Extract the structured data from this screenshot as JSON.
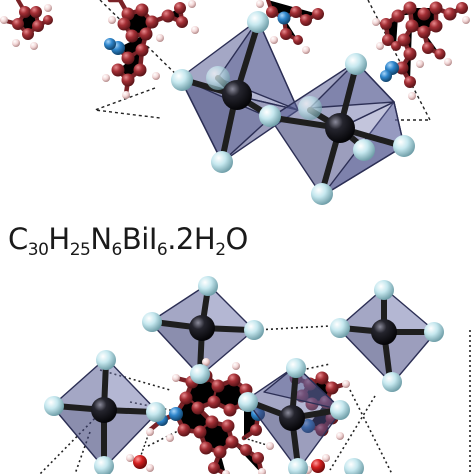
{
  "formula": {
    "parts": [
      {
        "t": "C"
      },
      {
        "s": "30"
      },
      {
        "t": "H"
      },
      {
        "s": "25"
      },
      {
        "t": "N"
      },
      {
        "s": "6"
      },
      {
        "t": "BiI"
      },
      {
        "s": "6"
      },
      {
        "t": ".2H"
      },
      {
        "s": "2"
      },
      {
        "t": "O"
      }
    ]
  },
  "colors": {
    "octahedron_face": "#4a4f86",
    "octahedron_edge": "#2c2f55",
    "iodine": "#c6e8ef",
    "bismuth": "#1b1b22",
    "carbon": "#a32f35",
    "nitrogen": "#2f86cc",
    "hydrogen": "#f2d6d6",
    "oxygen": "#d42020",
    "bond": "#1e1e1e"
  },
  "molecules": [
    {
      "id": "top",
      "octahedra": [
        {
          "center": "bi1",
          "apexes": [
            "i1",
            "i6"
          ],
          "equator": [
            "i2",
            "i3",
            "i4",
            "i5"
          ]
        },
        {
          "center": "bi2",
          "apexes": [
            "i7",
            "i11"
          ],
          "equator": [
            "i8",
            "i9",
            "i10",
            "i5"
          ]
        }
      ]
    },
    {
      "id": "bottom",
      "octahedra": [
        {
          "center": "bb1",
          "apexes": [
            "j1",
            "j6"
          ],
          "equator": [
            "j2",
            "j3",
            "j4",
            "j5"
          ]
        },
        {
          "center": "bb2",
          "apexes": [
            "k1",
            "k6"
          ],
          "equator": [
            "k2",
            "k3",
            "k4",
            "k5"
          ]
        },
        {
          "center": "bb3",
          "apexes": [
            "m1",
            "m6"
          ],
          "equator": [
            "m2",
            "m3",
            "m4",
            "m5"
          ]
        },
        {
          "center": "bb4",
          "apexes": [
            "n1",
            "n6"
          ],
          "equator": [
            "n2",
            "n3",
            "n4",
            "n5"
          ]
        }
      ]
    }
  ]
}
